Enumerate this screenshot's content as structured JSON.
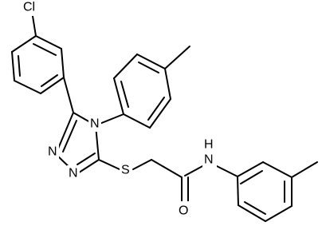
{
  "molecule": {
    "atom_labels": {
      "cl": "Cl",
      "n_ring_top": "N",
      "n_ring_left": "N",
      "n_ring_bottom": "N",
      "s": "S",
      "o": "O",
      "nh": "N",
      "h": "H"
    }
  }
}
